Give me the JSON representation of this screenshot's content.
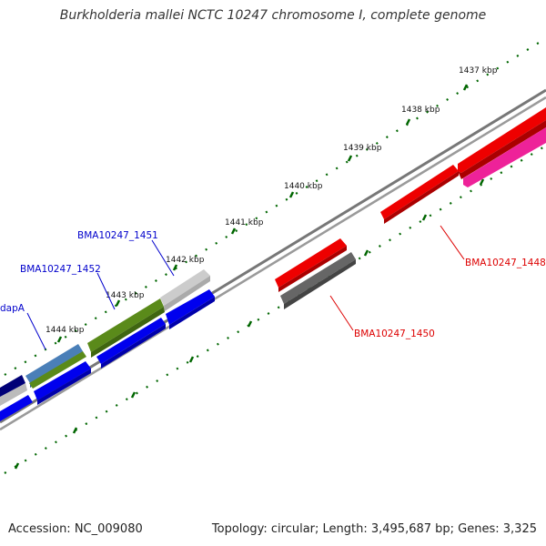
{
  "title": "Burkholderia mallei NCTC 10247 chromosome I, complete genome",
  "footer": {
    "accession": "Accession: NC_009080",
    "summary": "Topology: circular; Length: 3,495,687 bp; Genes: 3,325"
  },
  "ticks": [
    "1437 kbp",
    "1438 kbp",
    "1439 kbp",
    "1440 kbp",
    "1441 kbp",
    "1442 kbp",
    "1443 kbp",
    "1444 kbp"
  ],
  "genes": {
    "BMA10247_1451": "BMA10247_1451",
    "BMA10247_1452": "BMA10247_1452",
    "dapA": "dapA",
    "BMA10247_1448": "BMA10247_1448",
    "BMA10247_1450": "BMA10247_1450"
  },
  "colors": {
    "forward_label": "#0000cc",
    "reverse_label": "#dd0000",
    "tick_dots": "#006600",
    "backbone": "#777777",
    "blue_cds": "#0000ee",
    "green_cds": "#5a8a1a",
    "steel_cds": "#4a7fb8",
    "red_cds": "#ee0000",
    "pink_cds": "#ee2299",
    "grey_cds": "#666666",
    "lightgrey_cds": "#cccccc",
    "navy_cds": "#000077"
  }
}
